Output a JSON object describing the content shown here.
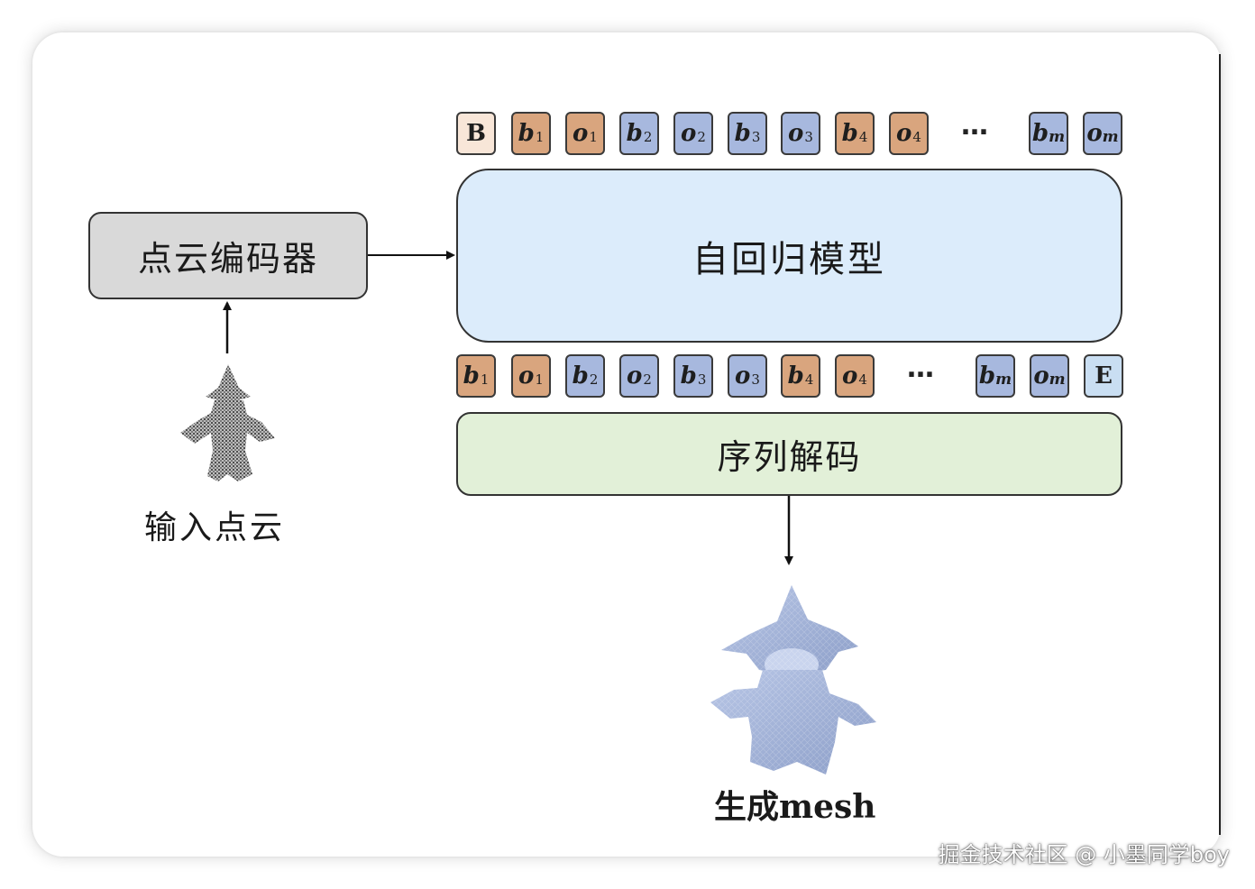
{
  "diagram": {
    "encoder_label": "点云编码器",
    "model_label": "自回归模型",
    "decoder_label": "序列解码",
    "input_label": "输入点云",
    "output_label": "生成mesh",
    "input_tokens": [
      {
        "text": "B",
        "sub": "",
        "kind": "special"
      },
      {
        "text": "b",
        "sub": "1",
        "kind": "b"
      },
      {
        "text": "o",
        "sub": "1",
        "kind": "o"
      },
      {
        "text": "b",
        "sub": "2",
        "kind": "b2"
      },
      {
        "text": "o",
        "sub": "2",
        "kind": "o2"
      },
      {
        "text": "b",
        "sub": "3",
        "kind": "b2"
      },
      {
        "text": "o",
        "sub": "3",
        "kind": "o2"
      },
      {
        "text": "b",
        "sub": "4",
        "kind": "b"
      },
      {
        "text": "o",
        "sub": "4",
        "kind": "o"
      },
      {
        "text": "…",
        "kind": "ellipsis"
      },
      {
        "text": "b",
        "sub": "m",
        "kind": "bm"
      },
      {
        "text": "o",
        "sub": "m",
        "kind": "om"
      }
    ],
    "output_tokens": [
      {
        "text": "b",
        "sub": "1",
        "kind": "b"
      },
      {
        "text": "o",
        "sub": "1",
        "kind": "o"
      },
      {
        "text": "b",
        "sub": "2",
        "kind": "b2"
      },
      {
        "text": "o",
        "sub": "2",
        "kind": "o2"
      },
      {
        "text": "b",
        "sub": "3",
        "kind": "b2"
      },
      {
        "text": "o",
        "sub": "3",
        "kind": "o2"
      },
      {
        "text": "b",
        "sub": "4",
        "kind": "b"
      },
      {
        "text": "o",
        "sub": "4",
        "kind": "o"
      },
      {
        "text": "…",
        "kind": "ellipsis"
      },
      {
        "text": "b",
        "sub": "m",
        "kind": "bm"
      },
      {
        "text": "o",
        "sub": "m",
        "kind": "om"
      },
      {
        "text": "E",
        "sub": "",
        "kind": "special"
      }
    ],
    "colors": {
      "special_begin": "#f8e6d8",
      "special_end": "#c9def2",
      "b": "#d9a57e",
      "o": "#d9a57e",
      "b2": "#a7b8de",
      "o2": "#a7b8de",
      "bm": "#a7b8de",
      "om": "#a7b8de",
      "encoder": "#d9d9d9",
      "model": "#dcecfb",
      "decoder": "#e2f0d8",
      "mesh": "#9fb0d4"
    }
  },
  "watermark": "掘金技术社区 @ 小墨同学boy"
}
